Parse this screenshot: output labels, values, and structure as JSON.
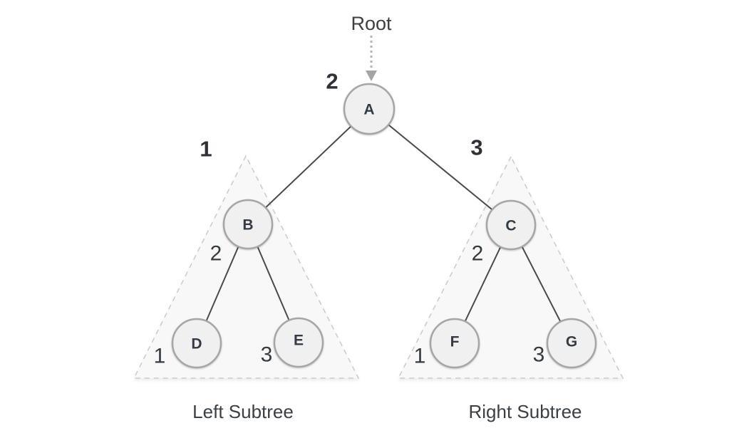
{
  "diagram": {
    "root_pointer_label": "Root",
    "nodes": {
      "a": "A",
      "b": "B",
      "c": "C",
      "d": "D",
      "e": "E",
      "f": "F",
      "g": "G"
    },
    "traversal_orders": {
      "root": "2",
      "left_subtree": "1",
      "right_subtree": "3",
      "node_b": "2",
      "node_d": "1",
      "node_e": "3",
      "node_c": "2",
      "node_f": "1",
      "node_g": "3"
    },
    "captions": {
      "left": "Left Subtree",
      "right": "Right Subtree"
    },
    "colors": {
      "node_fill": "#f0f0f0",
      "node_border": "#a6a6a6",
      "node_text": "#353b45",
      "edge": "#4a4a4a",
      "triangle_fill": "#f8f8f8",
      "triangle_border": "#cbcbcb",
      "dotted_arrow": "#b5b5b5",
      "label_text": "#3b4046"
    }
  }
}
